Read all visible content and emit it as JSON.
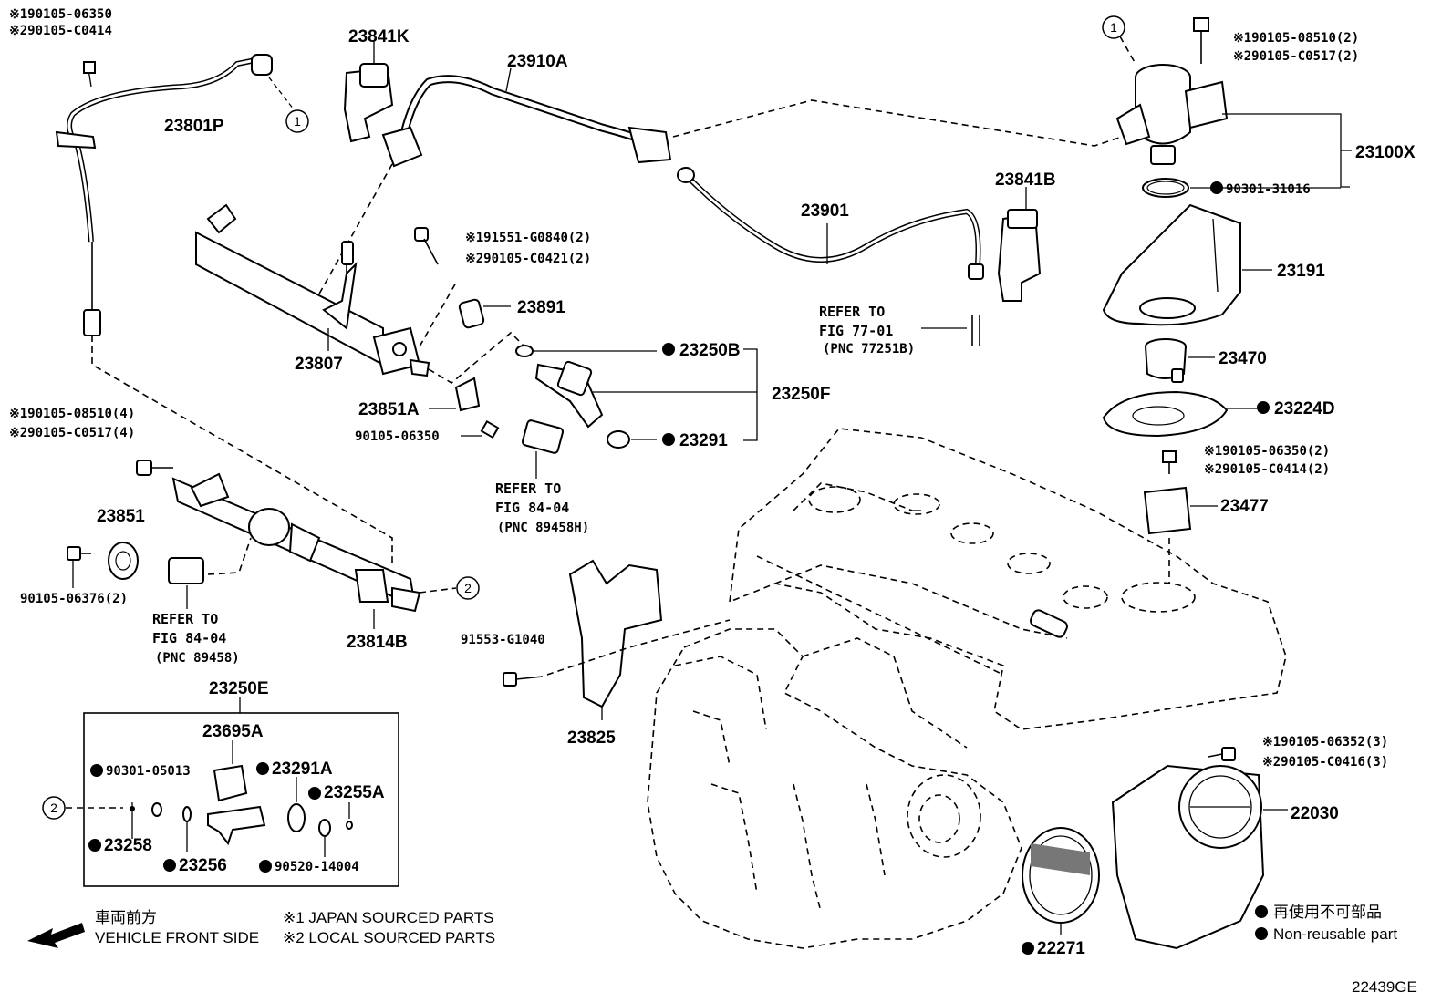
{
  "labels": {
    "p23841K": "23841K",
    "p23910A": "23910A",
    "p23801P": "23801P",
    "p23807": "23807",
    "p23891": "23891",
    "p23901": "23901",
    "p23841B": "23841B",
    "p23100X": "23100X",
    "p23191": "23191",
    "p23470": "23470",
    "p23224D": "23224D",
    "p23477": "23477",
    "p23250B": "23250B",
    "p23250F": "23250F",
    "p23291": "23291",
    "p23851A": "23851A",
    "p23851": "23851",
    "p23814B": "23814B",
    "p23250E": "23250E",
    "p23695A": "23695A",
    "p23291A": "23291A",
    "p23255A": "23255A",
    "p23258": "23258",
    "p23256": "23256",
    "p23825": "23825",
    "p22030": "22030",
    "p22271": "22271",
    "b90105_06350": "90105-06350",
    "b90105_06376": "90105-06376(2)",
    "b91553_G1040": "91553-G1040",
    "b90301_31016": "90301-31016",
    "b90301_05013": "90301-05013",
    "b90520_14004": "90520-14004"
  },
  "notes": {
    "tl_1": "※190105-06350",
    "tl_2": "※290105-C0414",
    "tr_1": "※190105-08510(2)",
    "tr_2": "※290105-C0517(2)",
    "mid_1": "※191551-G0840(2)",
    "mid_2": "※290105-C0421(2)",
    "rail_1": "※190105-08510(4)",
    "rail_2": "※290105-C0517(4)",
    "r477_1": "※190105-06350(2)",
    "r477_2": "※290105-C0414(2)",
    "r030_1": "※190105-06352(3)",
    "r030_2": "※290105-C0416(3)"
  },
  "refs": {
    "ref1_a": "REFER TO",
    "ref1_b": "FIG 77-01",
    "ref1_c": "(PNC 77251B)",
    "ref2_a": "REFER TO",
    "ref2_b": "FIG 84-04",
    "ref2_c": "(PNC 89458H)",
    "ref3_a": "REFER TO",
    "ref3_b": "FIG 84-04",
    "ref3_c": "(PNC 89458)"
  },
  "callouts": {
    "c1": "1",
    "c2": "2"
  },
  "footer": {
    "jp_dir": "車両前方",
    "en_dir": "VEHICLE FRONT SIDE",
    "src1": "※1 JAPAN SOURCED PARTS",
    "src2": "※2 LOCAL SOURCED PARTS",
    "nonreuse_jp": "再使用不可部品",
    "nonreuse_en": "Non-reusable part",
    "diagram_id": "22439GE"
  },
  "icons": [
    "bullet-dot-icon",
    "arrow-front-icon",
    "circle-callout-icon"
  ]
}
